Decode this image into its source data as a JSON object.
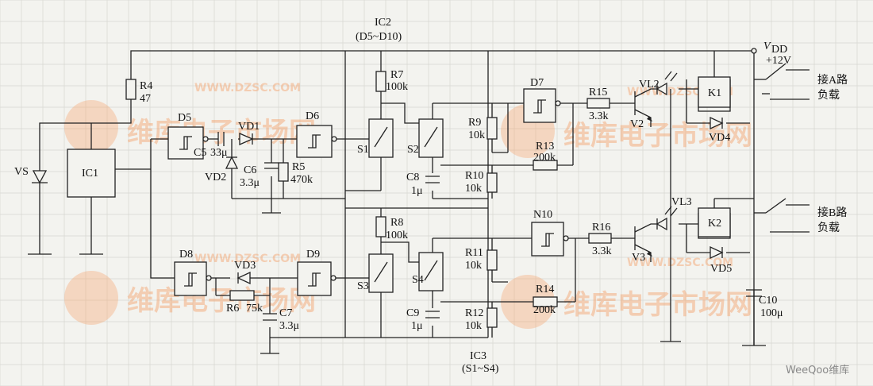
{
  "labels": {
    "ic2": "IC2",
    "ic2_sub": "(D5~D10)",
    "ic3": "IC3",
    "ic3_sub": "(S1~S4)",
    "vdd": "V",
    "vdd_sub": "DD",
    "plus12": "+12V",
    "loadA_1": "接A路",
    "loadA_2": "负载",
    "loadB_1": "接B路",
    "loadB_2": "负载",
    "vs": "VS",
    "ic1": "IC1",
    "r4": "R4",
    "r4v": "47",
    "d5": "D5",
    "c5": "C5",
    "c5v": "33μ",
    "vd1": "VD1",
    "vd2": "VD2",
    "c6": "C6",
    "c6v": "3.3μ",
    "r5": "R5",
    "r5v": "470k",
    "d6": "D6",
    "r7": "R7",
    "r7v": "100k",
    "s1": "S1",
    "s2": "S2",
    "c8": "C8",
    "c8v": "1μ",
    "r9": "R9",
    "r9v": "10k",
    "r10": "R10",
    "r10v": "10k",
    "d7": "D7",
    "r13": "R13",
    "r13v": "200k",
    "r15": "R15",
    "r15v": "3.3k",
    "vl2": "VL2",
    "v2": "V2",
    "k1": "K1",
    "vd4": "VD4",
    "d8": "D8",
    "vd3": "VD3",
    "r6": "R6",
    "r6v": "75k",
    "c7": "C7",
    "c7v": "3.3μ",
    "d9": "D9",
    "r8": "R8",
    "r8v": "100k",
    "s3": "S3",
    "s4": "S4",
    "c9": "C9",
    "c9v": "1μ",
    "r11": "R11",
    "r11v": "10k",
    "r12": "R12",
    "r12v": "10k",
    "n10": "N10",
    "r14": "R14",
    "r14v": "200k",
    "r16": "R16",
    "r16v": "3.3k",
    "vl3": "VL3",
    "v3": "V3",
    "k2": "K2",
    "vd5": "VD5",
    "c10": "C10",
    "c10v": "100μ"
  },
  "watermark": {
    "text": "维库电子市场网",
    "url": "WWW.DZSC.COM",
    "brand": "WeeQoo维库"
  },
  "colors": {
    "watermark": "#f5a06a",
    "line": "#222222",
    "grid": "#d6d6d0"
  }
}
